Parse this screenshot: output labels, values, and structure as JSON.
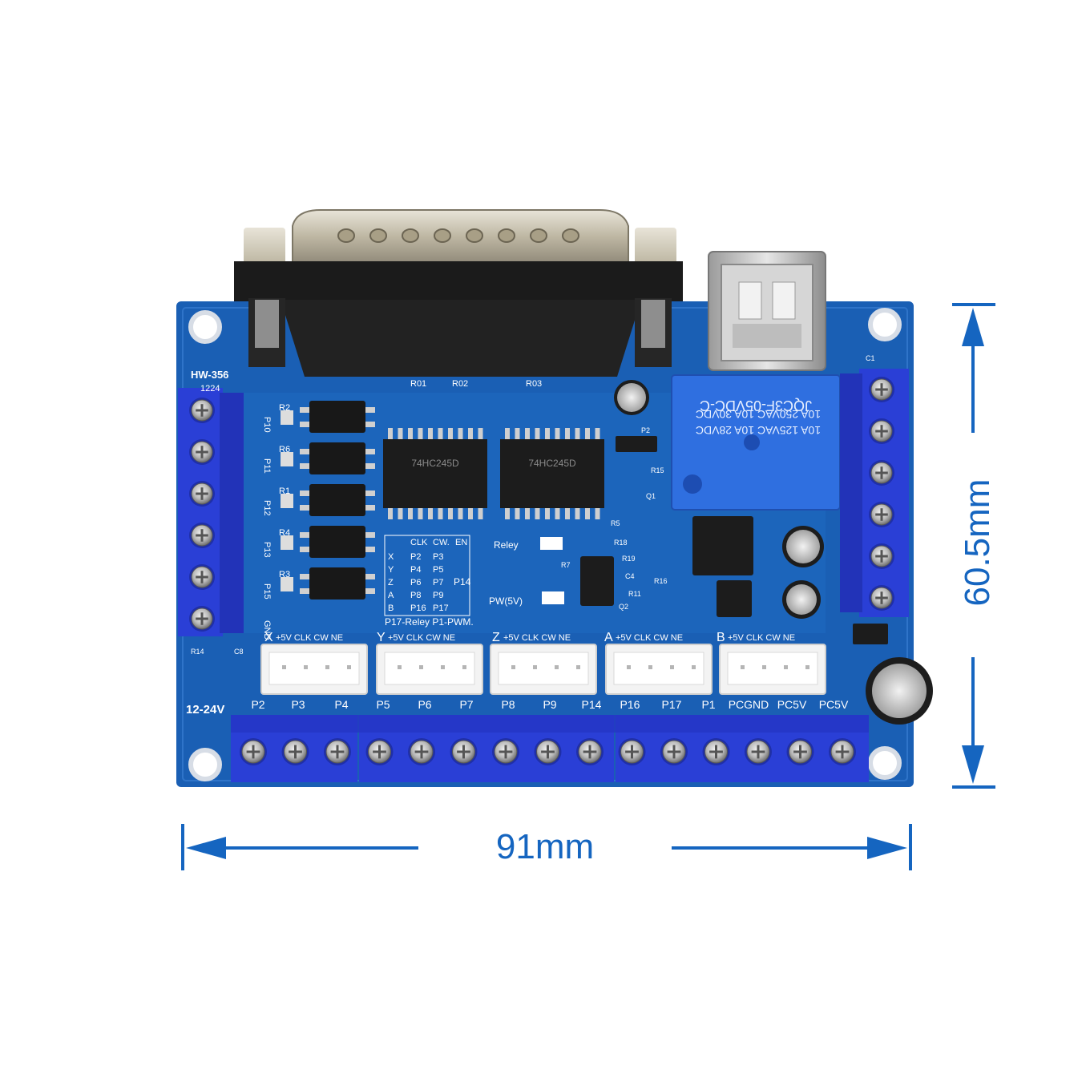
{
  "dimensions": {
    "width_label": "91mm",
    "height_label": "60.5mm",
    "color": "#1565c0"
  },
  "board": {
    "model": "HW-356",
    "date_code": "1224",
    "pcb_color": "#1a5fb4",
    "terminal_color": "#2a3fd6",
    "power_label": "12-24V",
    "left_labels": [
      "P10",
      "P11",
      "P12",
      "P13",
      "P15",
      "GND"
    ],
    "resistor_labels": [
      "R2",
      "R6",
      "R1",
      "R4",
      "R3"
    ],
    "top_labels": [
      "R01",
      "R02",
      "R03"
    ],
    "chip1": "74HC245D",
    "chip2": "74HC245D",
    "relay_text": [
      "JQC3F-05VDC-C",
      "10A 250VAC 10A 30VDC",
      "10A 125VAC 10A 28VDC"
    ],
    "relay_led_label": "Reley",
    "pwr_led_label": "PW(5V)",
    "axis_table": {
      "headers": [
        "",
        "CLK",
        "CW.",
        "EN"
      ],
      "rows": [
        [
          "X",
          "P2",
          "P3"
        ],
        [
          "Y",
          "P4",
          "P5"
        ],
        [
          "Z",
          "P6",
          "P7"
        ],
        [
          "A",
          "P8",
          "P9"
        ],
        [
          "B",
          "P16",
          "P17"
        ]
      ],
      "en_value": "P14",
      "note": "P17-Reley P1-PWM."
    },
    "axes": [
      {
        "name": "X",
        "pins": "+5V CLK CW NE"
      },
      {
        "name": "Y",
        "pins": "+5V CLK CW NE"
      },
      {
        "name": "Z",
        "pins": "+5V CLK CW NE"
      },
      {
        "name": "A",
        "pins": "+5V CLK CW NE"
      },
      {
        "name": "B",
        "pins": "+5V CLK CW NE"
      }
    ],
    "bottom_labels": [
      "P2",
      "P3",
      "P4",
      "P5",
      "P6",
      "P7",
      "P8",
      "P9",
      "P14",
      "P16",
      "P17",
      "P1",
      "PCGND",
      "PC5V",
      "PC5V"
    ],
    "misc_labels": [
      "R14",
      "C8",
      "C1",
      "P2",
      "R15",
      "Q1",
      "R5",
      "R18",
      "R19",
      "C4",
      "R11",
      "R16",
      "Q2",
      "R7"
    ]
  }
}
